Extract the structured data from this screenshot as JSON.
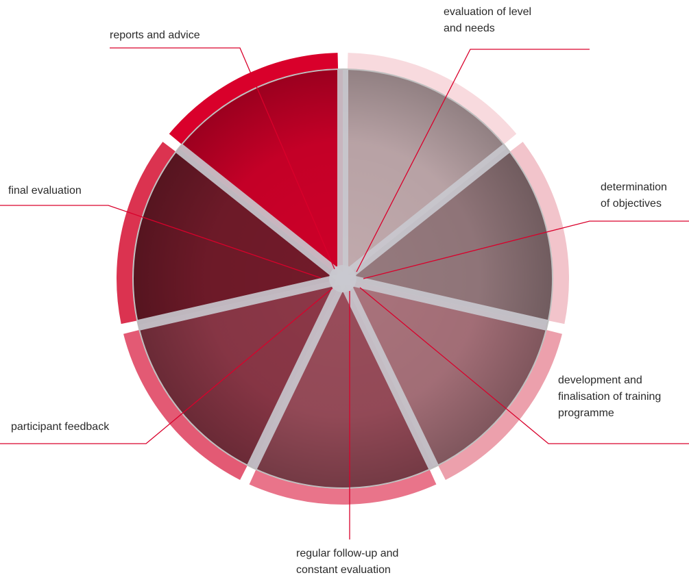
{
  "segments": [
    {
      "id": "evaluation",
      "lines": [
        "evaluation of level",
        "and needs"
      ],
      "color": "#f8dade"
    },
    {
      "id": "objectives",
      "lines": [
        "determination",
        "of objectives"
      ],
      "color": "#f2c4cb"
    },
    {
      "id": "development",
      "lines": [
        "development and",
        "finalisation of training",
        "programme"
      ],
      "color": "#eca0ac"
    },
    {
      "id": "follow-up",
      "lines": [
        "regular follow-up and",
        "constant evaluation"
      ],
      "color": "#e9748a"
    },
    {
      "id": "feedback",
      "lines": [
        "participant feedback"
      ],
      "color": "#e35a74"
    },
    {
      "id": "final",
      "lines": [
        "final evaluation"
      ],
      "color": "#db3350"
    },
    {
      "id": "reports",
      "lines": [
        "reports and advice"
      ],
      "color": "#d9002b"
    }
  ]
}
